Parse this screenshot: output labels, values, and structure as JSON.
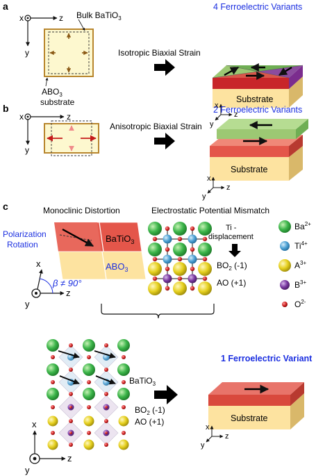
{
  "panel_a": {
    "letter": "a",
    "axis_x": "x",
    "axis_z": "z",
    "axis_y": "y",
    "bulk_label": "Bulk BaTiO",
    "bulk_sub": "3",
    "substrate_label_1": "ABO",
    "substrate_sub": "3",
    "substrate_label_2": "substrate",
    "strain_label": "Isotropic Biaxial Strain",
    "variants_title": "4 Ferroelectric Variants",
    "slab_label": "Substrate",
    "coord_x": "x",
    "coord_y": "y",
    "coord_z": "z"
  },
  "panel_b": {
    "letter": "b",
    "axis_x": "x",
    "axis_z": "z",
    "axis_y": "y",
    "strain_label": "Anisotropic Biaxial Strain",
    "variants_title": "2 Ferroelectric Variants",
    "slab_label": "Substrate",
    "coord_x": "x",
    "coord_y": "y",
    "coord_z": "z"
  },
  "panel_c": {
    "letter": "c",
    "mono_title": "Monoclinic Distortion",
    "esp_title": "Electrostatic Potential Mismatch",
    "polarization_1": "Polarization",
    "polarization_2": "Rotation",
    "batio3": "BaTiO",
    "batio3_sub": "3",
    "abo3": "ABO",
    "abo3_sub": "3",
    "axis_x": "x",
    "axis_y": "y",
    "axis_z": "z",
    "beta_label": "β ≠ 90°",
    "ti_label_1": "Ti -",
    "ti_label_2": "displacement",
    "bo2_label": "BO",
    "bo2_sub": "2",
    "bo2_charge": " (-1)",
    "ao_label": "AO (+1)",
    "legend": [
      {
        "ion": "Ba",
        "charge": "2+",
        "color": "#39b54a"
      },
      {
        "ion": "Ti",
        "charge": "4+",
        "color": "#4fa3d6"
      },
      {
        "ion": "A",
        "charge": "3+",
        "color": "#e6d01e"
      },
      {
        "ion": "B",
        "charge": "3+",
        "color": "#7b3aa3"
      },
      {
        "ion": "O",
        "charge": "2-",
        "color": "#cc1f1f"
      }
    ],
    "struct_batio3": "BaTiO",
    "struct_batio3_sub": "3",
    "struct_bo2": "BO",
    "struct_bo2_sub": "2",
    "struct_bo2_charge": " (-1)",
    "struct_ao": "AO (+1)",
    "variants_title": "1 Ferroelectric Variant",
    "slab_label": "Substrate",
    "coord_x": "x",
    "coord_y": "y",
    "coord_z": "z"
  },
  "colors": {
    "title_blue": "#1a2ee0",
    "film_red": "#d9574a",
    "film_green": "#9cc873",
    "film_purple": "#8b4c9e",
    "substrate_yellow": "#fde8a4",
    "substrate_side": "#e2c27a",
    "substrate_box": "#b8862e"
  }
}
